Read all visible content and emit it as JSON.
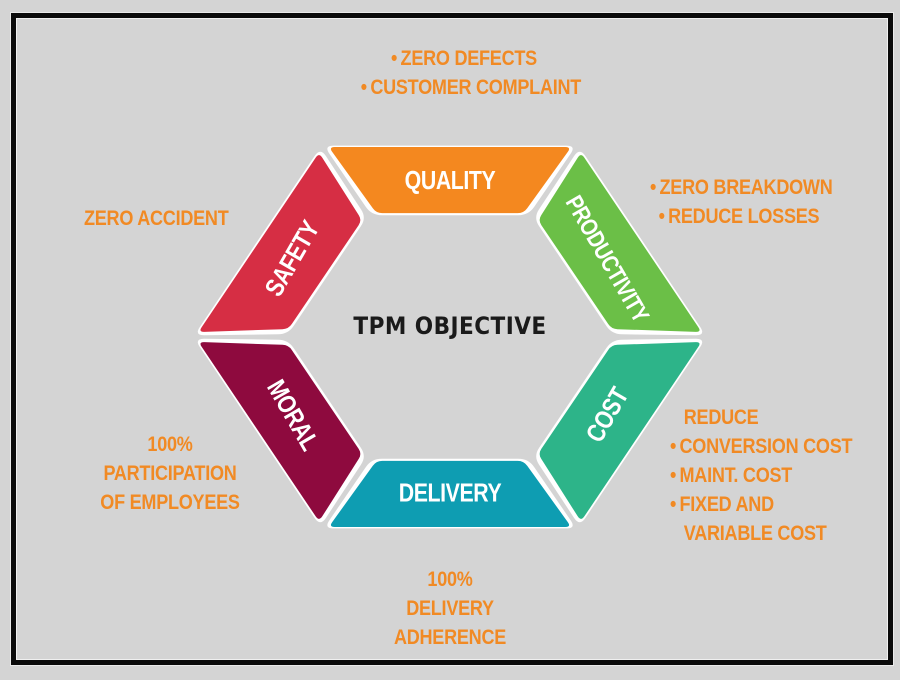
{
  "diagram": {
    "title": "TPM OBJECTIVE",
    "segments": [
      {
        "id": "quality",
        "label": "QUALITY",
        "color": "#f4881f"
      },
      {
        "id": "productivity",
        "label": "PRODUCTIVITY",
        "color": "#6bbf47"
      },
      {
        "id": "cost",
        "label": "COST",
        "color": "#2db489"
      },
      {
        "id": "delivery",
        "label": "DELIVERY",
        "color": "#0e9db2"
      },
      {
        "id": "moral",
        "label": "MORAL",
        "color": "#8e0a3e"
      },
      {
        "id": "safety",
        "label": "SAFETY",
        "color": "#d62e44"
      }
    ],
    "notes": {
      "quality": {
        "lines": [
          "ZERO DEFECTS",
          "CUSTOMER COMPLAINT"
        ]
      },
      "productivity": {
        "lines": [
          "ZERO BREAKDOWN",
          "REDUCE LOSSES"
        ]
      },
      "cost": {
        "heading": "REDUCE",
        "lines": [
          "CONVERSION COST",
          "MAINT. COST",
          "FIXED AND"
        ],
        "continuation": "VARIABLE COST"
      },
      "delivery": {
        "lines": [
          "100%",
          "DELIVERY",
          "ADHERENCE"
        ]
      },
      "moral": {
        "lines": [
          "100%",
          "PARTICIPATION",
          "OF EMPLOYEES"
        ]
      },
      "safety": {
        "lines": [
          "ZERO ACCIDENT"
        ]
      }
    },
    "note_color": "#f18a24",
    "background_color": "#d4d4d4"
  }
}
